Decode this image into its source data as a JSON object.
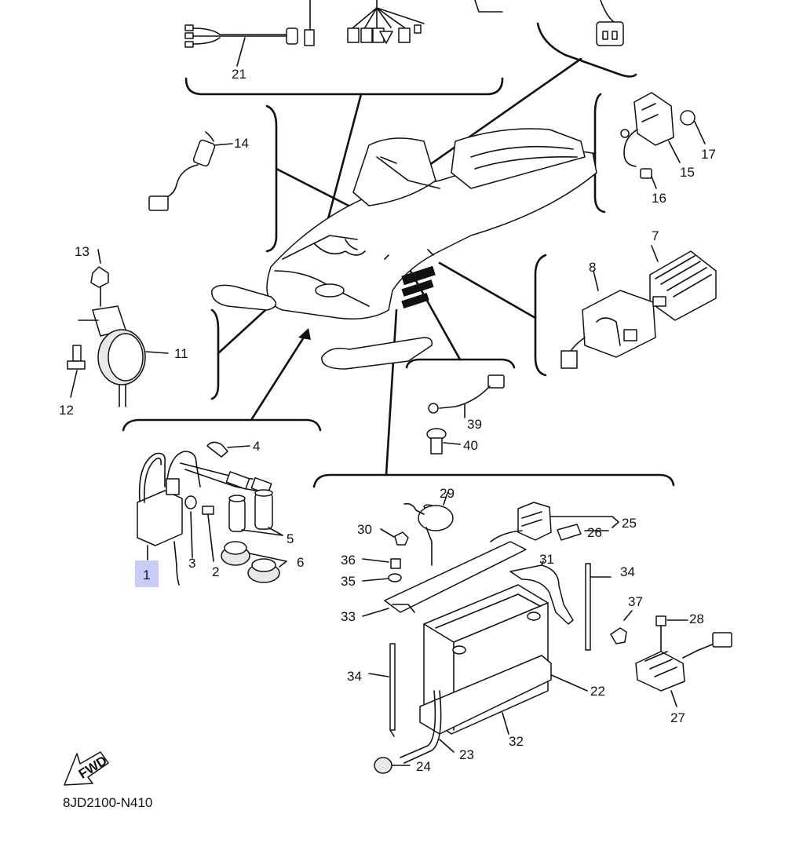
{
  "diagram": {
    "code": "8JD2100-N410",
    "fwd_text": "FWD",
    "highlight_color": "#c8ccf6",
    "callouts": {
      "c1": "1",
      "c2": "2",
      "c3": "3",
      "c4": "4",
      "c5": "5",
      "c6": "6",
      "c7": "7",
      "c8": "8",
      "c11": "11",
      "c12": "12",
      "c13": "13",
      "c14": "14",
      "c15": "15",
      "c16": "16",
      "c17": "17",
      "c21": "21",
      "c22": "22",
      "c23": "23",
      "c24": "24",
      "c25": "25",
      "c26": "26",
      "c27": "27",
      "c28": "28",
      "c29": "29",
      "c30": "30",
      "c31": "31",
      "c32": "32",
      "c33": "33",
      "c34a": "34",
      "c34b": "34",
      "c35": "35",
      "c36": "36",
      "c37": "37",
      "c39": "39",
      "c40": "40"
    }
  }
}
